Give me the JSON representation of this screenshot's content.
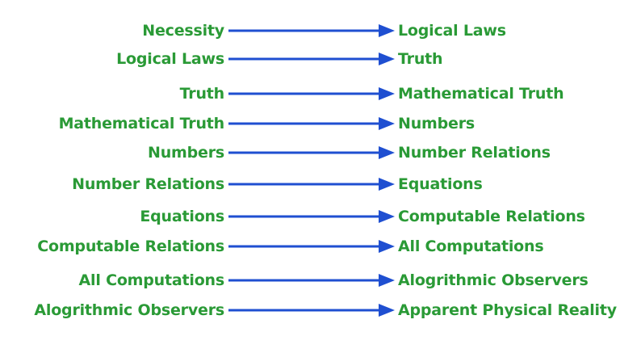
{
  "colors": {
    "text": "#2a9a36",
    "arrow": "#1f4fd1"
  },
  "rows": [
    {
      "from": "Necessity",
      "to": "Logical Laws"
    },
    {
      "from": "Logical Laws",
      "to": "Truth"
    },
    {
      "from": "Truth",
      "to": "Mathematical Truth"
    },
    {
      "from": "Mathematical Truth",
      "to": "Numbers"
    },
    {
      "from": "Numbers",
      "to": "Number Relations"
    },
    {
      "from": "Number Relations",
      "to": "Equations"
    },
    {
      "from": "Equations",
      "to": "Computable Relations"
    },
    {
      "from": "Computable Relations",
      "to": "All Computations"
    },
    {
      "from": "All Computations",
      "to": "Alogrithmic Observers"
    },
    {
      "from": "Alogrithmic Observers",
      "to": "Apparent Physical Reality"
    }
  ]
}
